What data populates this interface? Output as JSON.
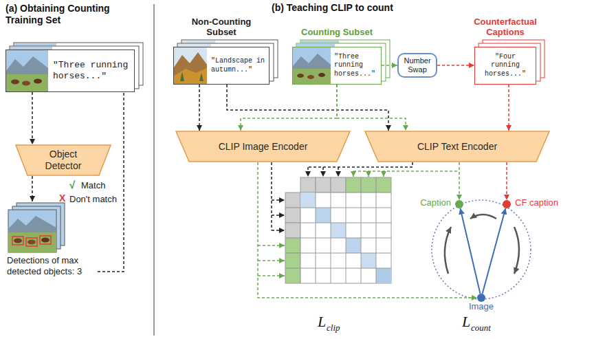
{
  "diagram": {
    "nodes": [
      {
        "text": [
          "\"Three running horses...\""
        ]
      },
      {
        "text": [
          "Object Detector"
        ]
      },
      {
        "text": [
          "Detections of max detected objects: 3"
        ]
      },
      {
        "text": [
          "Non-Counting Subset",
          "\"Landscape in autumn...\""
        ]
      },
      {
        "text": [
          "Counting Subset",
          "\"Three running horses...\""
        ]
      },
      {
        "text": [
          "Number Swap"
        ]
      },
      {
        "text": [
          "Counterfactual Captions",
          "\"Four running horses...\""
        ]
      },
      {
        "text": [
          "CLIP Image Encoder"
        ]
      },
      {
        "text": [
          "CLIP Text Encoder"
        ]
      },
      {
        "text": [
          "Caption"
        ]
      },
      {
        "text": [
          "CF caption"
        ]
      },
      {
        "text": [
          "Image"
        ]
      }
    ],
    "edges": [
      {
        "from": 0,
        "to": 1,
        "arrow": "to"
      },
      {
        "from": 1,
        "to": 2,
        "arrow": "to"
      },
      {
        "from": 2,
        "to": 0,
        "arrow": "none"
      },
      {
        "from": 3,
        "to": 7,
        "arrow": "to"
      },
      {
        "from": 3,
        "to": 8,
        "arrow": "to"
      },
      {
        "from": 4,
        "to": 7,
        "arrow": "to"
      },
      {
        "from": 4,
        "to": 8,
        "arrow": "to"
      },
      {
        "from": 4,
        "to": 5,
        "arrow": "to"
      },
      {
        "from": 5,
        "to": 6,
        "arrow": "to"
      },
      {
        "from": 6,
        "to": 8,
        "arrow": "to"
      },
      {
        "from": 7,
        "to": 11,
        "arrow": "to"
      },
      {
        "from": 8,
        "to": 9,
        "arrow": "to"
      },
      {
        "from": 8,
        "to": 10,
        "arrow": "to"
      },
      {
        "from": 11,
        "to": 9,
        "arrow": "to"
      },
      {
        "from": 11,
        "to": 10,
        "arrow": "to"
      }
    ],
    "labels": [
      "(a) Obtaining Counting Training Set",
      "(b) Teaching CLIP to count",
      "√",
      "Match",
      "X",
      "Don't match",
      "L",
      "clip",
      "L",
      "count"
    ]
  }
}
